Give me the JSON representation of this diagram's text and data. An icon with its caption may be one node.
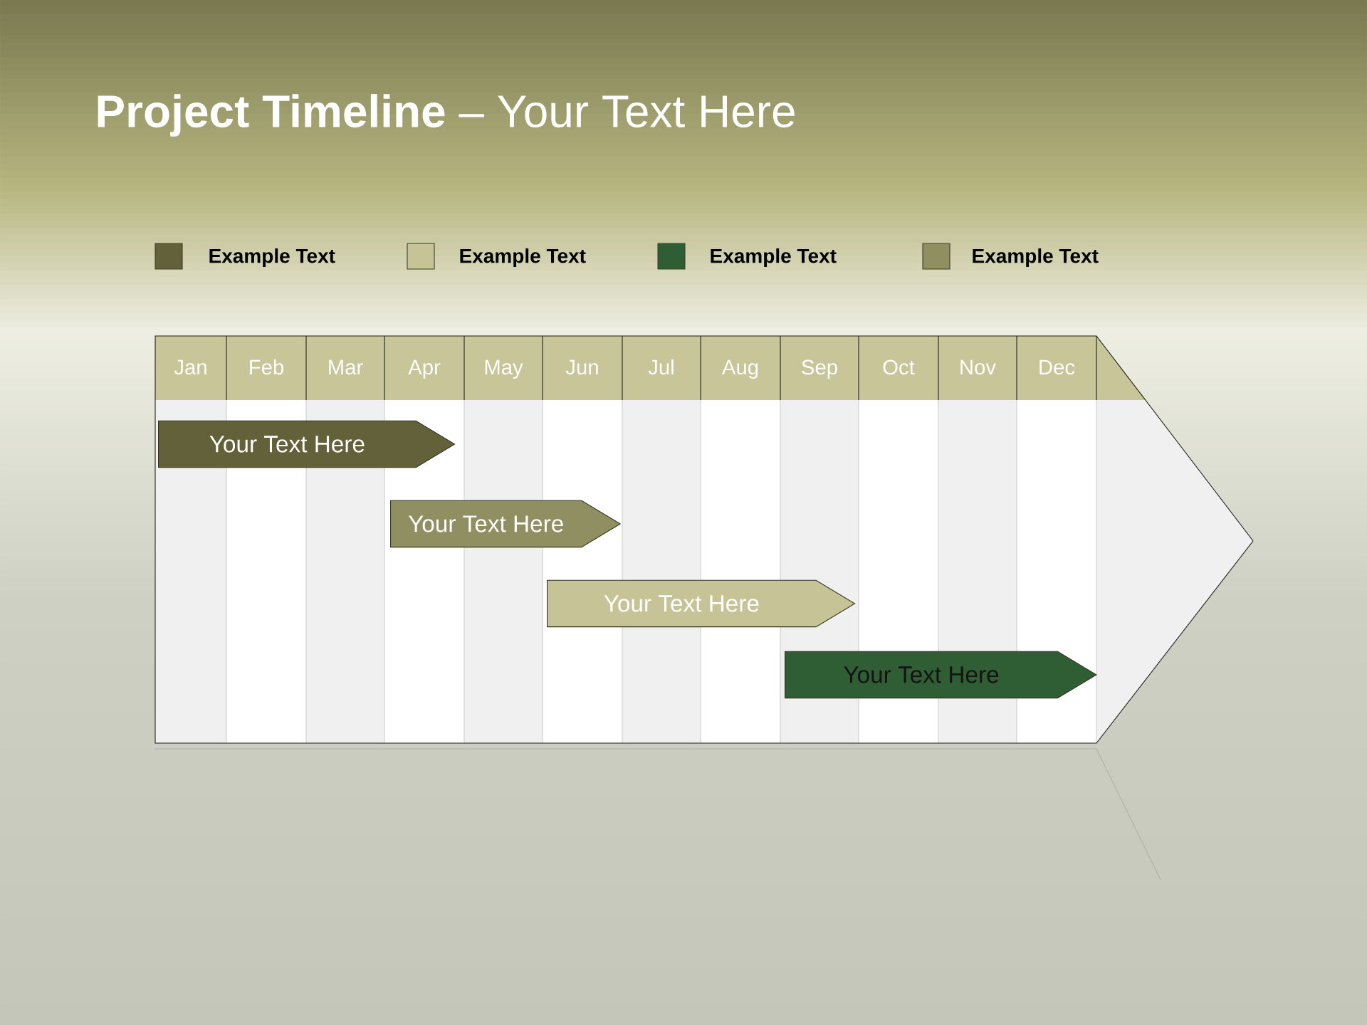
{
  "diagram": {
    "title": "**Project Timeline** – Your Text Here",
    "nodes": [
      {
        "text": [
          "Your Text Here"
        ]
      },
      {
        "text": [
          "Your Text Here"
        ]
      },
      {
        "text": [
          "Your Text Here"
        ]
      },
      {
        "text": [
          "Your Text Here"
        ]
      }
    ],
    "labels": [
      "Jan",
      "Feb",
      "Mar",
      "Apr",
      "May",
      "Jun",
      "Jul",
      "Aug",
      "Sep",
      "Oct",
      "Nov",
      "Dec"
    ],
    "legend": [
      {
        "text": "Example Text",
        "color": "#62613a"
      },
      {
        "text": "Example Text",
        "color": "#c6c396"
      },
      {
        "text": "Example Text",
        "color": "#2f5e35"
      },
      {
        "text": "Example Text",
        "color": "#8f8f62"
      }
    ]
  }
}
